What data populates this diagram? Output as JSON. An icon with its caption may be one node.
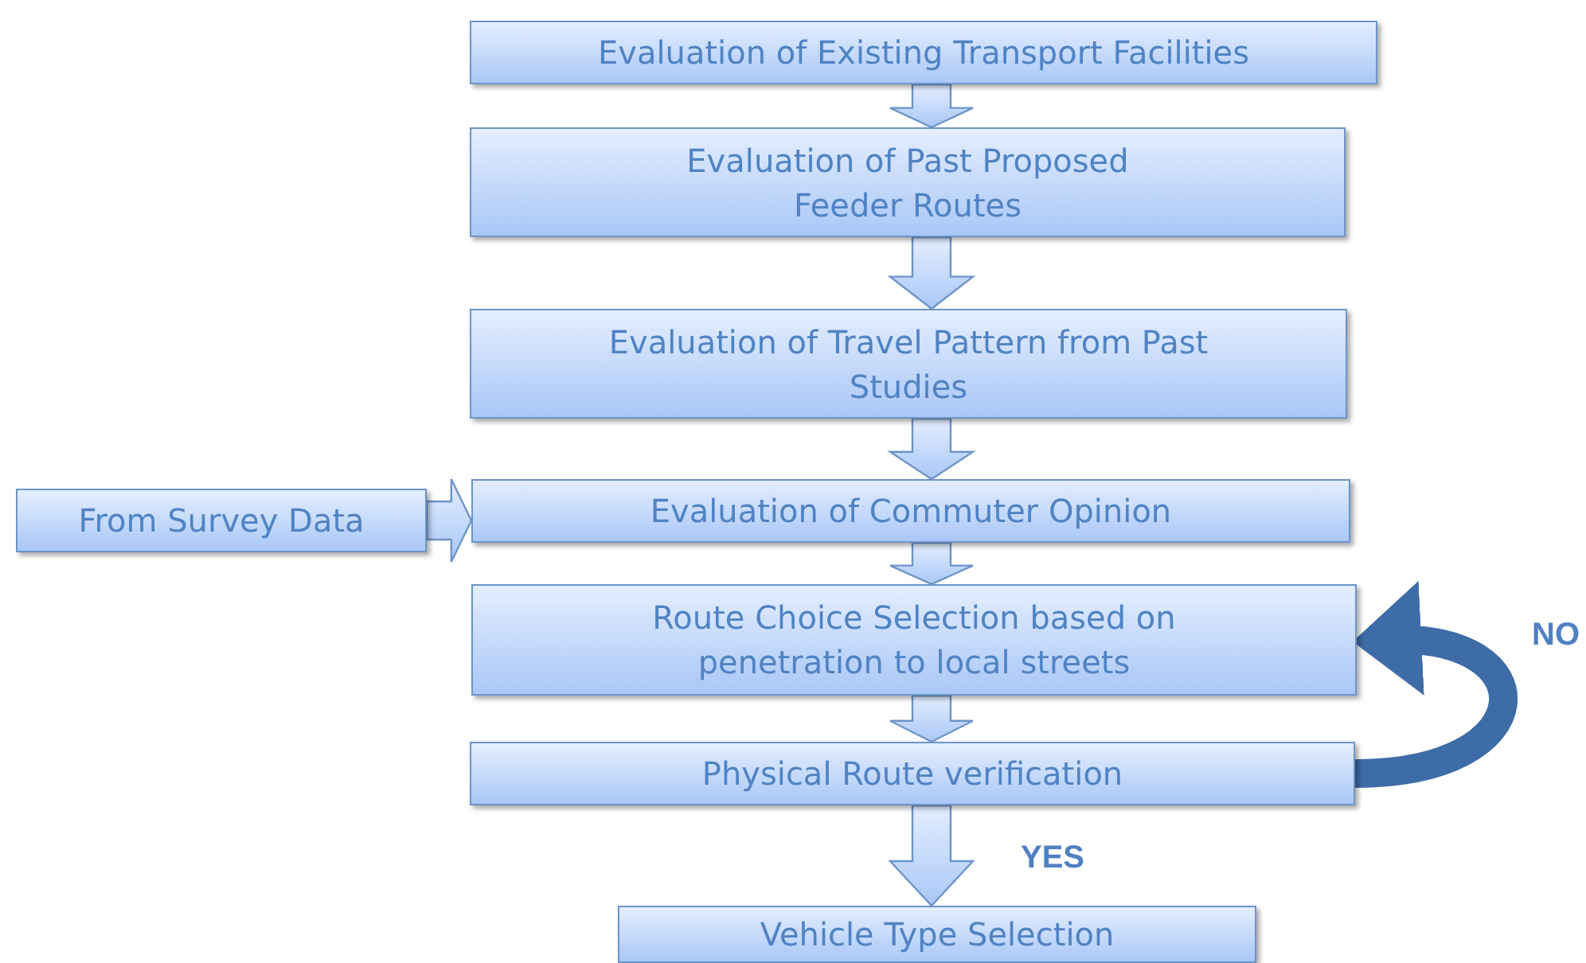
{
  "diagram": {
    "nodes": [
      {
        "text": [
          "Evaluation of Existing Transport Facilities"
        ]
      },
      {
        "text": [
          "Evaluation of Past Proposed Feeder Routes"
        ]
      },
      {
        "text": [
          "Evaluation of Travel Pattern from Past Studies"
        ]
      },
      {
        "text": [
          "From Survey Data"
        ]
      },
      {
        "text": [
          "Evaluation of Commuter Opinion"
        ]
      },
      {
        "text": [
          "Route Choice Selection based on penetration to local streets"
        ]
      },
      {
        "text": [
          "Physical Route verification"
        ]
      },
      {
        "text": [
          "Vehicle Type Selection"
        ]
      }
    ],
    "edges": [
      {
        "from": 0,
        "to": 1,
        "arrow": "to"
      },
      {
        "from": 1,
        "to": 2,
        "arrow": "to"
      },
      {
        "from": 2,
        "to": 4,
        "arrow": "to"
      },
      {
        "from": 3,
        "to": 4,
        "arrow": "to"
      },
      {
        "from": 4,
        "to": 5,
        "arrow": "to"
      },
      {
        "from": 5,
        "to": 6,
        "arrow": "to"
      },
      {
        "from": 6,
        "to": 7,
        "arrow": "to",
        "label": "YES"
      },
      {
        "from": 6,
        "to": 5,
        "arrow": "to",
        "label": "NO",
        "color": "#3e6ca6"
      }
    ]
  }
}
